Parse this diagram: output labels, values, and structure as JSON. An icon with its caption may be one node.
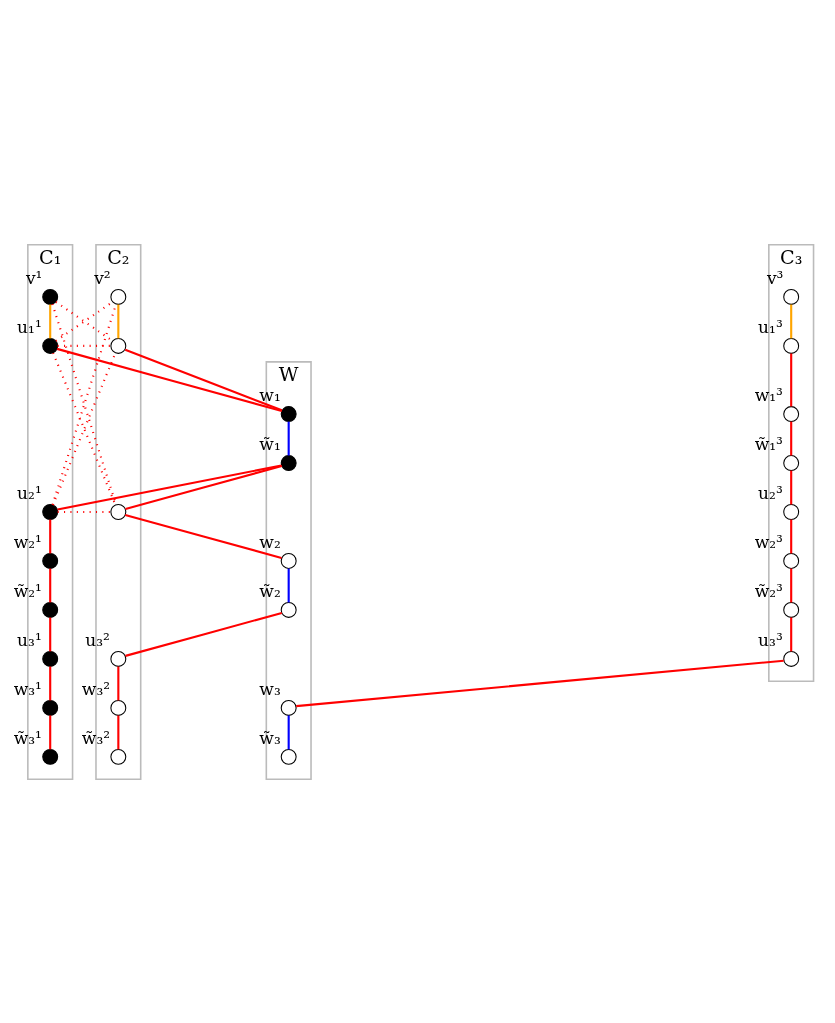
{
  "diagram": {
    "nodes": [
      {
        "text": [
          "C₁"
        ]
      },
      {
        "text": [],
        "shape": "circle",
        "beside": [
          "v¹"
        ],
        "in": 0
      },
      {
        "text": [],
        "shape": "circle",
        "beside": [
          "u₁¹"
        ],
        "in": 0
      },
      {
        "text": [],
        "shape": "circle",
        "beside": [
          "u₂¹"
        ],
        "in": 0
      },
      {
        "text": [],
        "shape": "circle",
        "beside": [
          "w₂¹"
        ],
        "in": 0
      },
      {
        "text": [],
        "shape": "circle",
        "beside": [
          "w̃₂¹"
        ],
        "in": 0
      },
      {
        "text": [],
        "shape": "circle",
        "beside": [
          "u₃¹"
        ],
        "in": 0
      },
      {
        "text": [],
        "shape": "circle",
        "beside": [
          "w₃¹"
        ],
        "in": 0
      },
      {
        "text": [],
        "shape": "circle",
        "beside": [
          "w̃₃¹"
        ],
        "in": 0
      },
      {
        "text": [
          "C₂"
        ]
      },
      {
        "text": [],
        "shape": "circle",
        "beside": [
          "v²"
        ],
        "in": 9
      },
      {
        "text": [],
        "shape": "circle",
        "in": 9
      },
      {
        "text": [],
        "shape": "circle",
        "in": 9
      },
      {
        "text": [],
        "shape": "circle",
        "beside": [
          "u₃²"
        ],
        "in": 9
      },
      {
        "text": [],
        "shape": "circle",
        "beside": [
          "w₃²"
        ],
        "in": 9
      },
      {
        "text": [],
        "shape": "circle",
        "beside": [
          "w̃₃²"
        ],
        "in": 9
      },
      {
        "text": [
          "C₃"
        ]
      },
      {
        "text": [],
        "shape": "circle",
        "beside": [
          "v³"
        ],
        "in": 16
      },
      {
        "text": [],
        "shape": "circle",
        "beside": [
          "u₁³"
        ],
        "in": 16
      },
      {
        "text": [],
        "shape": "circle",
        "beside": [
          "w₁³"
        ],
        "in": 16
      },
      {
        "text": [],
        "shape": "circle",
        "beside": [
          "w̃₁³"
        ],
        "in": 16
      },
      {
        "text": [],
        "shape": "circle",
        "beside": [
          "u₂³"
        ],
        "in": 16
      },
      {
        "text": [],
        "shape": "circle",
        "beside": [
          "w₂³"
        ],
        "in": 16
      },
      {
        "text": [],
        "shape": "circle",
        "beside": [
          "w̃₂³"
        ],
        "in": 16
      },
      {
        "text": [],
        "shape": "circle",
        "beside": [
          "u₃³"
        ],
        "in": 16
      },
      {
        "text": [
          "W"
        ]
      },
      {
        "text": [],
        "shape": "circle",
        "beside": [
          "w₁"
        ],
        "in": 25
      },
      {
        "text": [],
        "shape": "circle",
        "beside": [
          "w̃₁"
        ],
        "in": 25
      },
      {
        "text": [],
        "shape": "circle",
        "beside": [
          "w₂"
        ],
        "in": 25
      },
      {
        "text": [],
        "shape": "circle",
        "beside": [
          "w̃₂"
        ],
        "in": 25
      },
      {
        "text": [],
        "shape": "circle",
        "beside": [
          "w₃"
        ],
        "in": 25
      },
      {
        "text": [],
        "shape": "circle",
        "beside": [
          "w̃₃"
        ],
        "in": 25
      }
    ],
    "edges": [
      {
        "from": 1,
        "to": 2,
        "arrow": "none",
        "color": "#ffa500"
      },
      {
        "from": 10,
        "to": 11,
        "arrow": "none",
        "color": "#ffa500"
      },
      {
        "from": 17,
        "to": 18,
        "arrow": "none",
        "color": "#ffa500"
      },
      {
        "from": 1,
        "to": 11,
        "arrow": "none",
        "style": "dashed"
      },
      {
        "from": 1,
        "to": 12,
        "arrow": "none",
        "style": "dashed"
      },
      {
        "from": 2,
        "to": 10,
        "arrow": "none",
        "style": "dashed"
      },
      {
        "from": 2,
        "to": 11,
        "arrow": "none",
        "style": "dashed"
      },
      {
        "from": 2,
        "to": 12,
        "arrow": "none",
        "style": "dashed"
      },
      {
        "from": 3,
        "to": 10,
        "arrow": "none",
        "style": "dashed"
      },
      {
        "from": 3,
        "to": 11,
        "arrow": "none",
        "style": "dashed"
      },
      {
        "from": 3,
        "to": 12,
        "arrow": "none",
        "style": "dashed"
      },
      {
        "from": 2,
        "to": 26,
        "arrow": "none"
      },
      {
        "from": 11,
        "to": 26,
        "arrow": "none"
      },
      {
        "from": 3,
        "to": 27,
        "arrow": "none"
      },
      {
        "from": 12,
        "to": 27,
        "arrow": "none"
      },
      {
        "from": 12,
        "to": 28,
        "arrow": "none"
      },
      {
        "from": 13,
        "to": 29,
        "arrow": "none"
      },
      {
        "from": 24,
        "to": 30,
        "arrow": "none"
      },
      {
        "from": 3,
        "to": 4,
        "arrow": "none"
      },
      {
        "from": 4,
        "to": 5,
        "arrow": "none"
      },
      {
        "from": 5,
        "to": 6,
        "arrow": "none"
      },
      {
        "from": 6,
        "to": 7,
        "arrow": "none"
      },
      {
        "from": 7,
        "to": 8,
        "arrow": "none"
      },
      {
        "from": 13,
        "to": 14,
        "arrow": "none"
      },
      {
        "from": 14,
        "to": 15,
        "arrow": "none"
      },
      {
        "from": 18,
        "to": 19,
        "arrow": "none"
      },
      {
        "from": 19,
        "to": 20,
        "arrow": "none"
      },
      {
        "from": 20,
        "to": 21,
        "arrow": "none"
      },
      {
        "from": 21,
        "to": 22,
        "arrow": "none"
      },
      {
        "from": 22,
        "to": 23,
        "arrow": "none"
      },
      {
        "from": 23,
        "to": 24,
        "arrow": "none"
      },
      {
        "from": 26,
        "to": 27,
        "arrow": "none",
        "color": "#0000ff"
      },
      {
        "from": 28,
        "to": 29,
        "arrow": "none",
        "color": "#0000ff"
      },
      {
        "from": 30,
        "to": 31,
        "arrow": "none",
        "color": "#0000ff"
      }
    ]
  }
}
